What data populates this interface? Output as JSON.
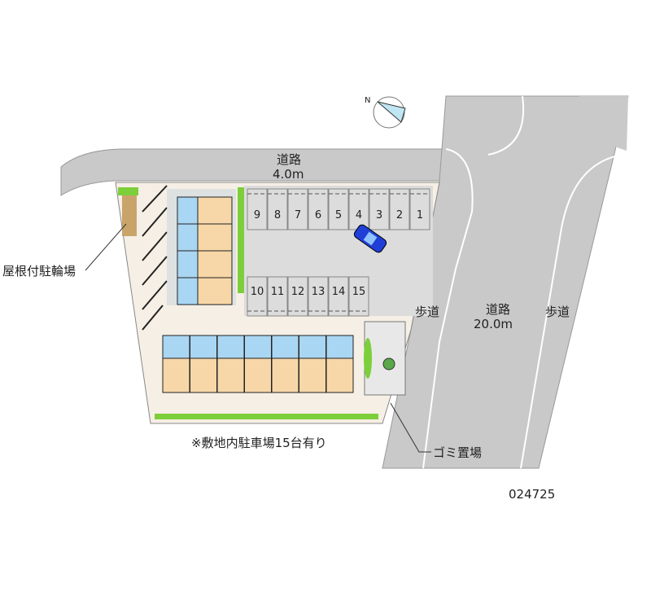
{
  "labels": {
    "road_top_name": "道路",
    "road_top_width": "4.0m",
    "road_main_name": "道路",
    "road_main_width": "20.0m",
    "sidewalk_left": "歩道",
    "sidewalk_right": "歩道",
    "bicycle_parking": "屋根付駐輪場",
    "garbage": "ゴミ置場",
    "parking_note": "※敷地内駐車場15台有り",
    "property_id": "024725"
  },
  "parking": {
    "top_row": [
      "9",
      "8",
      "7",
      "6",
      "5",
      "4",
      "3",
      "2",
      "1"
    ],
    "bottom_row": [
      "10",
      "11",
      "12",
      "13",
      "14",
      "15"
    ]
  },
  "colors": {
    "road": "#c9c9c9",
    "lot": "#dcdcdc",
    "green": "#7ccf3a",
    "unit_blue": "#a9d6f2",
    "unit_tan": "#f7d7a8",
    "car": "#1f3fd6"
  }
}
